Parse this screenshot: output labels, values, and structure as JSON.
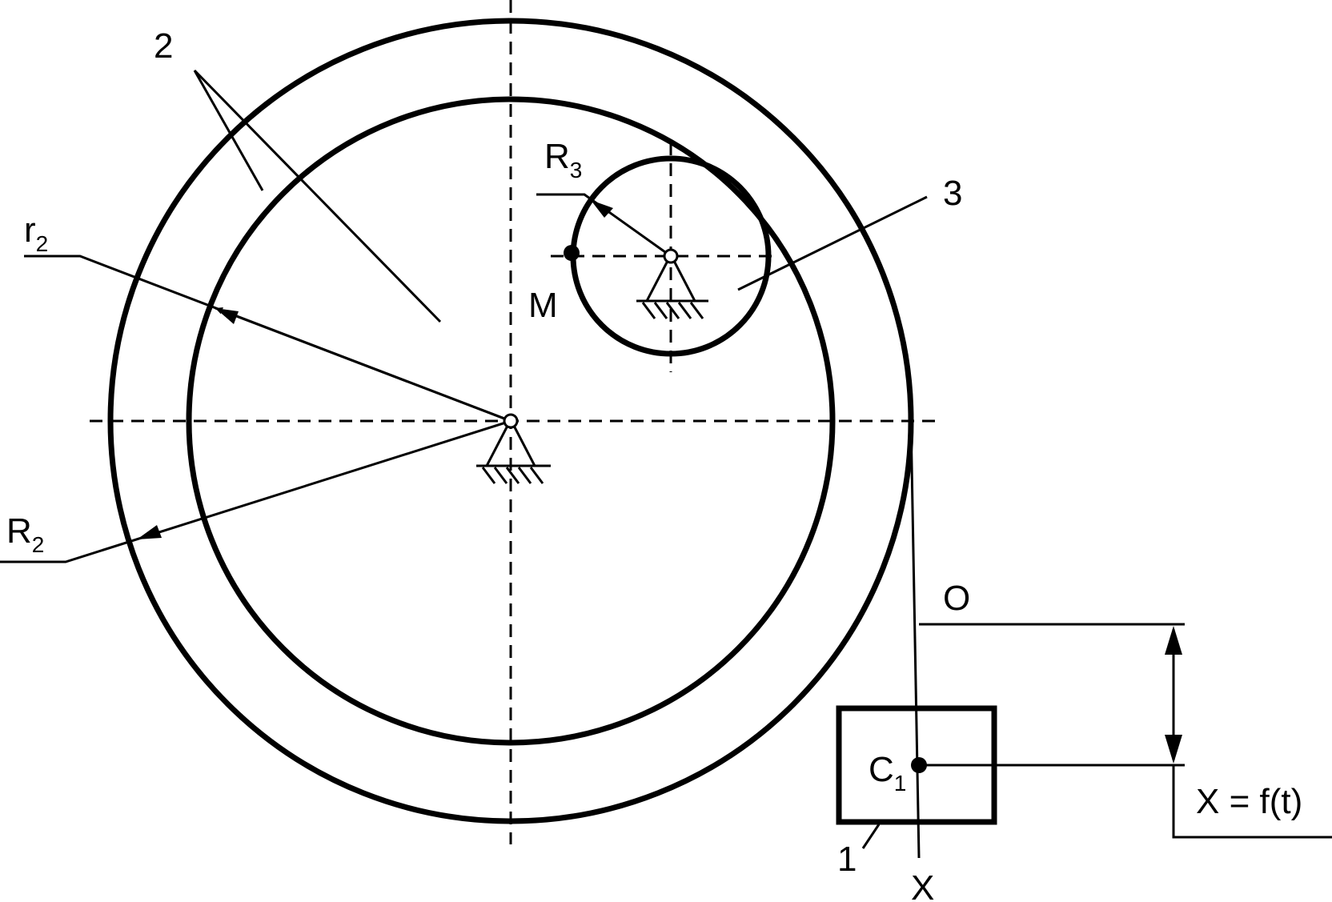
{
  "labels": {
    "body_2": "2",
    "r2_main": "r",
    "r2_sub": "2",
    "R2_main": "R",
    "R2_sub": "2",
    "R3_main": "R",
    "R3_sub": "3",
    "body_3": "3",
    "point_M": "M",
    "origin_O": "O",
    "C1_main": "C",
    "C1_sub": "1",
    "body_1": "1",
    "axis_X": "X",
    "law": "X = f(t)"
  },
  "colors": {
    "ink": "#000000",
    "background": "#ffffff"
  }
}
